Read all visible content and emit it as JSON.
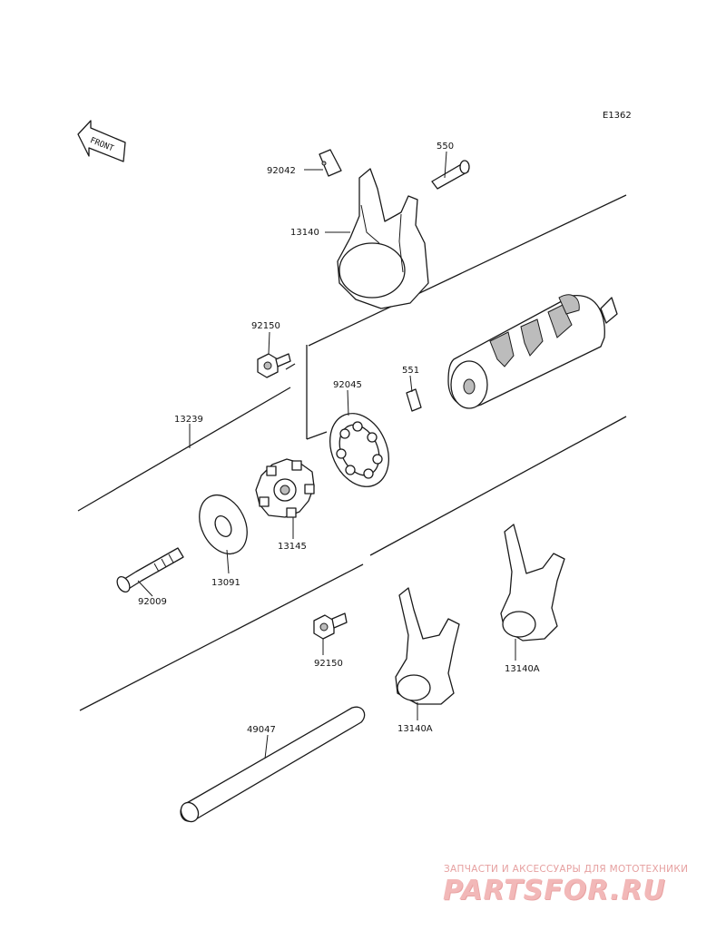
{
  "diagram_code": "E1362",
  "front_label": "FRONT",
  "parts": {
    "p92042": "92042",
    "p550": "550",
    "p13140": "13140",
    "p92150_top": "92150",
    "p92045": "92045",
    "p551": "551",
    "p13239": "13239",
    "p13145": "13145",
    "p13091": "13091",
    "p92009": "92009",
    "p92150_bottom": "92150",
    "p13140A_right": "13140A",
    "p13140A_left": "13140A",
    "p49047": "49047"
  },
  "watermark": {
    "tagline": "ЗАПЧАСТИ И АКСЕССУАРЫ ДЛЯ МОТОТЕХНИКИ",
    "logo": "PARTSFOR.RU"
  }
}
